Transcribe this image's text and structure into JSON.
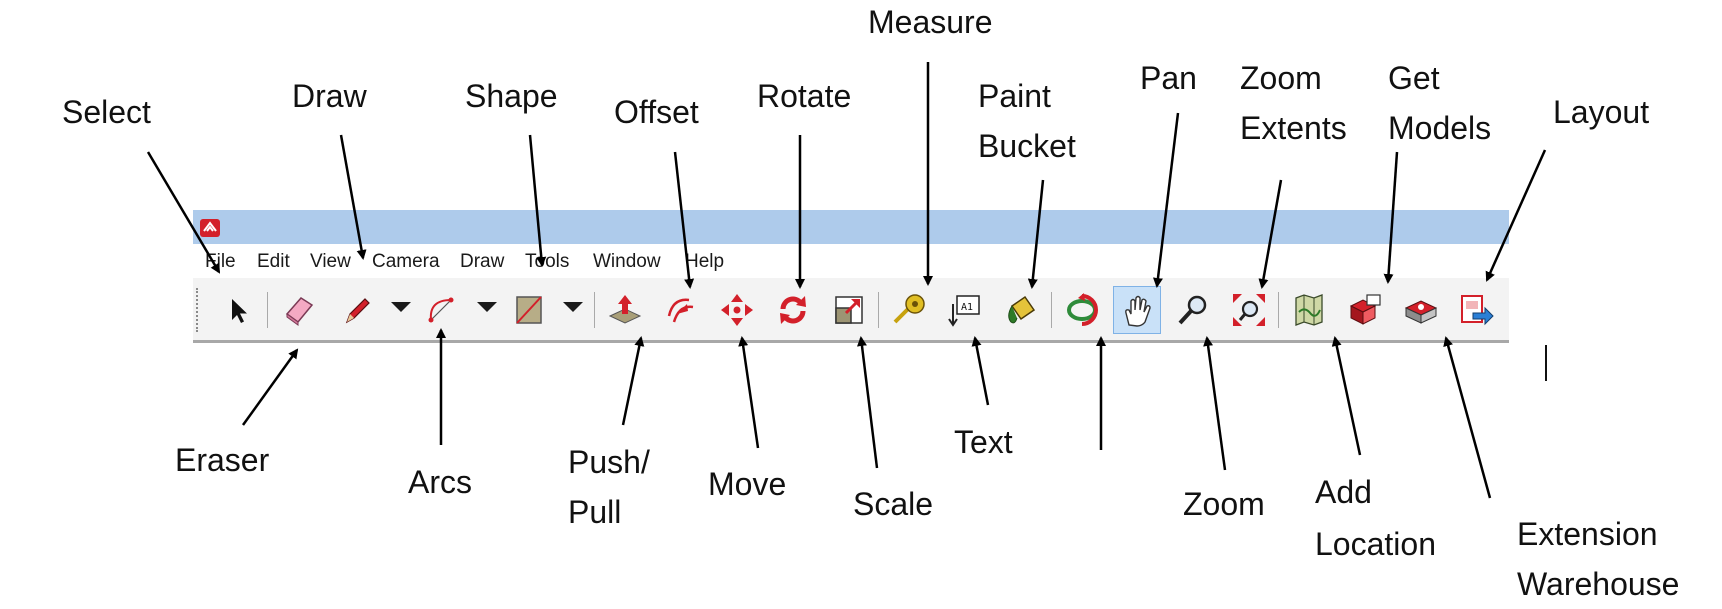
{
  "menu": {
    "items": [
      "File",
      "Edit",
      "View",
      "Camera",
      "Draw",
      "Tools",
      "Window",
      "Help"
    ]
  },
  "toolbar": {
    "tools": [
      {
        "icon": "select-arrow-icon"
      },
      {
        "icon": "eraser-icon"
      },
      {
        "icon": "pencil-icon",
        "dropdown": true
      },
      {
        "icon": "arc-icon",
        "dropdown": true
      },
      {
        "icon": "rectangle-shape-icon",
        "dropdown": true
      },
      {
        "icon": "push-pull-icon"
      },
      {
        "icon": "offset-icon"
      },
      {
        "icon": "move-icon"
      },
      {
        "icon": "rotate-icon"
      },
      {
        "icon": "scale-icon"
      },
      {
        "icon": "tape-measure-icon"
      },
      {
        "icon": "text-icon"
      },
      {
        "icon": "paint-bucket-icon"
      },
      {
        "icon": "orbit-icon"
      },
      {
        "icon": "pan-hand-icon",
        "active": true
      },
      {
        "icon": "zoom-icon"
      },
      {
        "icon": "zoom-extents-icon"
      },
      {
        "icon": "add-location-icon"
      },
      {
        "icon": "get-models-icon"
      },
      {
        "icon": "extension-warehouse-icon"
      },
      {
        "icon": "layout-icon"
      }
    ]
  },
  "callouts": {
    "select": "Select",
    "draw": "Draw",
    "shape": "Shape",
    "offset": "Offset",
    "rotate": "Rotate",
    "measure": "Measure",
    "paint_bucket": [
      "Paint",
      "Bucket"
    ],
    "pan": "Pan",
    "zoom_extents": [
      "Zoom",
      "Extents"
    ],
    "get_models": [
      "Get",
      "Models"
    ],
    "layout": "Layout",
    "eraser": "Eraser",
    "arcs": "Arcs",
    "push_pull": [
      "Push/",
      "Pull"
    ],
    "move": "Move",
    "scale": "Scale",
    "text": "Text",
    "zoom": "Zoom",
    "add_location": [
      "Add",
      "Location"
    ],
    "extension_warehouse": [
      "Extension",
      "Warehouse"
    ]
  },
  "colors": {
    "titlebar": "#aecbeb",
    "accent_red": "#d3202a",
    "active_tool": "#c9e1f8"
  }
}
